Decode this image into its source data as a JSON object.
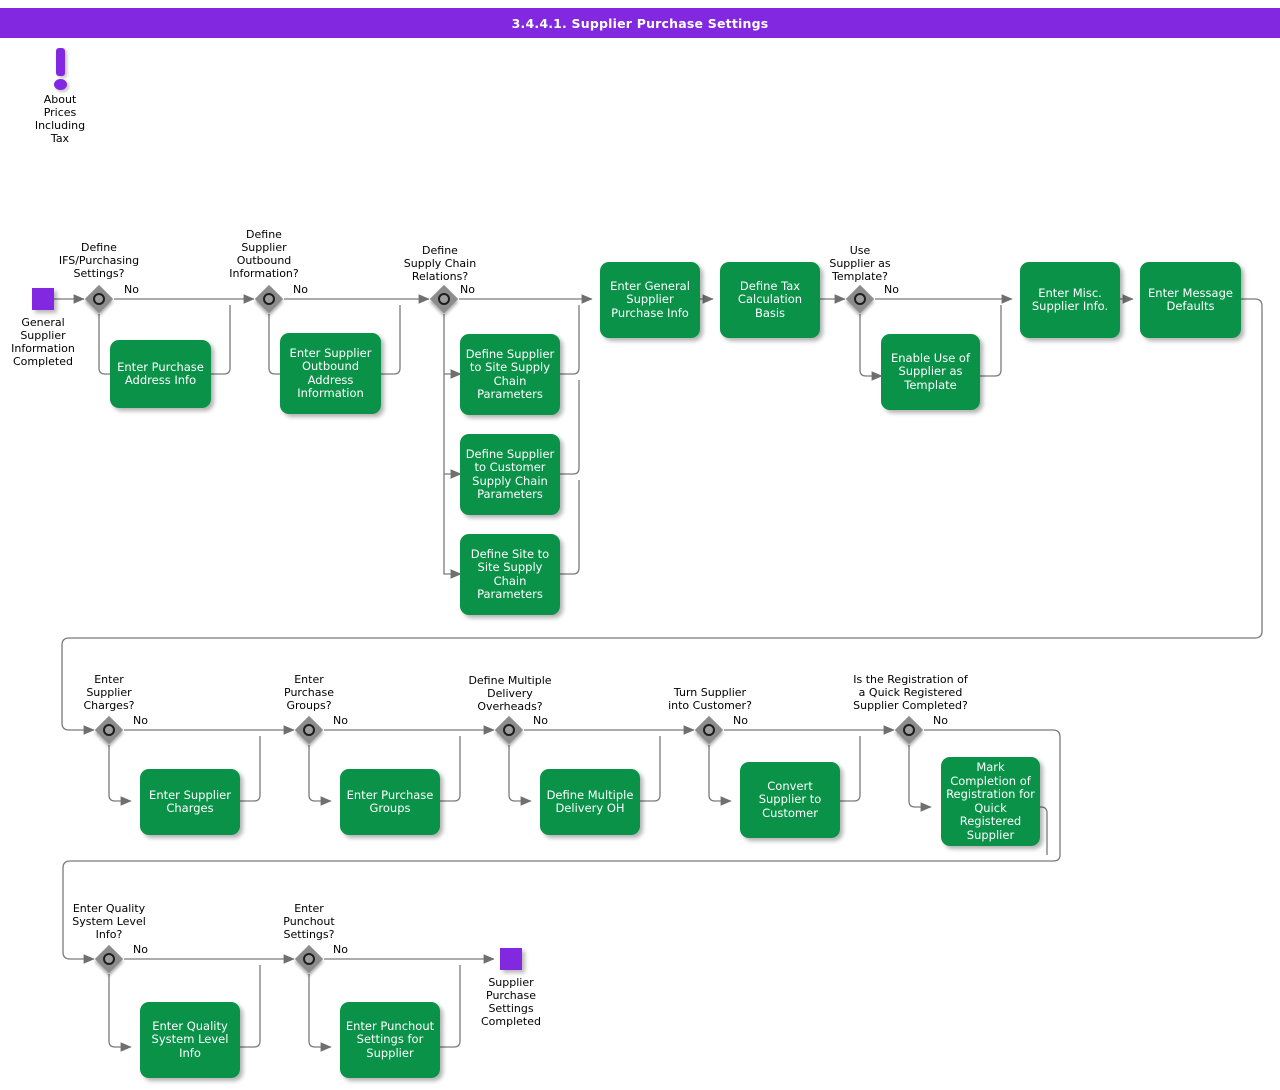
{
  "header": {
    "title": "3.4.4.1. Supplier Purchase Settings",
    "bar_color": "#8228e0",
    "text_color": "#ffffff"
  },
  "palette": {
    "task_green": "#0a9348",
    "start_end_purple": "#8228e0",
    "decision_gray": "#8c8c8c",
    "connector_gray": "#7a7a7a",
    "text_white": "#ffffff",
    "text_black": "#000000"
  },
  "annotations": [
    {
      "name": "about-prices-including-tax",
      "icon": "exclamation-info-icon",
      "label": "About\nPrices\nIncluding\nTax"
    }
  ],
  "flow": {
    "start_node": {
      "name": "general-supplier-information-completed",
      "label": "General\nSupplier\nInformation\nCompleted",
      "type": "start"
    },
    "end_node": {
      "name": "supplier-purchase-settings-completed",
      "label": "Supplier\nPurchase\nSettings\nCompleted",
      "type": "end"
    },
    "decisions": [
      {
        "id": "d1",
        "label": "Define\nIFS/Purchasing\nSettings?",
        "no_label": "No"
      },
      {
        "id": "d2",
        "label": "Define\nSupplier\nOutbound\nInformation?",
        "no_label": "No"
      },
      {
        "id": "d3",
        "label": "Define\nSupply Chain\nRelations?",
        "no_label": "No"
      },
      {
        "id": "d4",
        "label": "Use\nSupplier as\nTemplate?",
        "no_label": "No"
      },
      {
        "id": "d5",
        "label": "Enter\nSupplier\nCharges?",
        "no_label": "No"
      },
      {
        "id": "d6",
        "label": "Enter\nPurchase\nGroups?",
        "no_label": "No"
      },
      {
        "id": "d7",
        "label": "Define Multiple\nDelivery\nOverheads?",
        "no_label": "No"
      },
      {
        "id": "d8",
        "label": "Turn Supplier\ninto Customer?",
        "no_label": "No"
      },
      {
        "id": "d9",
        "label": "Is the Registration of\na Quick Registered\nSupplier Completed?",
        "no_label": "No"
      },
      {
        "id": "d10",
        "label": "Enter Quality\nSystem Level\nInfo?",
        "no_label": "No"
      },
      {
        "id": "d11",
        "label": "Enter\nPunchout\nSettings?",
        "no_label": "No"
      }
    ],
    "tasks": [
      {
        "id": "t1",
        "label": "Enter Purchase\nAddress Info"
      },
      {
        "id": "t2",
        "label": "Enter Supplier\nOutbound\nAddress\nInformation"
      },
      {
        "id": "t3",
        "label": "Define Supplier\nto Site Supply\nChain\nParameters"
      },
      {
        "id": "t4",
        "label": "Define Supplier\nto Customer\nSupply Chain\nParameters"
      },
      {
        "id": "t5",
        "label": "Define Site to\nSite Supply\nChain\nParameters"
      },
      {
        "id": "t6",
        "label": "Enter General\nSupplier\nPurchase Info"
      },
      {
        "id": "t7",
        "label": "Define Tax\nCalculation\nBasis"
      },
      {
        "id": "t8",
        "label": "Enable Use of\nSupplier as\nTemplate"
      },
      {
        "id": "t9",
        "label": "Enter Misc.\nSupplier Info."
      },
      {
        "id": "t10",
        "label": "Enter Message\nDefaults"
      },
      {
        "id": "t11",
        "label": "Enter Supplier\nCharges"
      },
      {
        "id": "t12",
        "label": "Enter Purchase\nGroups"
      },
      {
        "id": "t13",
        "label": "Define Multiple\nDelivery OH"
      },
      {
        "id": "t14",
        "label": "Convert\nSupplier to\nCustomer"
      },
      {
        "id": "t15",
        "label": "Mark\nCompletion of\nRegistration for\nQuick\nRegistered\nSupplier"
      },
      {
        "id": "t16",
        "label": "Enter Quality\nSystem Level\nInfo"
      },
      {
        "id": "t17",
        "label": "Enter Punchout\nSettings for\nSupplier"
      }
    ]
  }
}
